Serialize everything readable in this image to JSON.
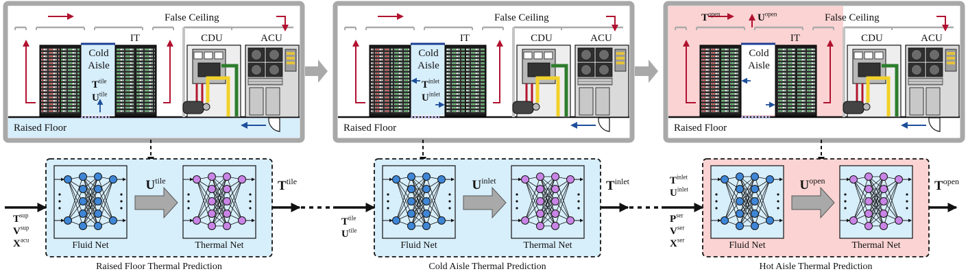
{
  "panels": [
    {
      "false_ceiling": "False Ceiling",
      "it": "IT",
      "cdu": "CDU",
      "acu": "ACU",
      "aisle_line1": "Cold",
      "aisle_line2": "Aisle",
      "raised_floor": "Raised Floor",
      "aisle_vars": [
        {
          "base": "T",
          "sup": "tile"
        },
        {
          "base": "U",
          "sup": "tile"
        }
      ],
      "top_vars": []
    },
    {
      "false_ceiling": "False Ceiling",
      "it": "IT",
      "cdu": "CDU",
      "acu": "ACU",
      "aisle_line1": "Cold",
      "aisle_line2": "Aisle",
      "raised_floor": "Raised Floor",
      "aisle_vars": [
        {
          "base": "T",
          "sup": "inlet"
        },
        {
          "base": "U",
          "sup": "inlet"
        }
      ],
      "top_vars": []
    },
    {
      "false_ceiling": "False Ceiling",
      "it": "IT",
      "cdu": "CDU",
      "acu": "ACU",
      "aisle_line1": "Cold",
      "aisle_line2": "Aisle",
      "raised_floor": "Raised Floor",
      "aisle_vars": [],
      "top_vars": [
        {
          "base": "T",
          "sup": "open"
        },
        {
          "base": "U",
          "sup": "open"
        }
      ]
    }
  ],
  "predictions": [
    {
      "caption": "Raised Floor Thermal Prediction",
      "fluid_net": "Fluid Net",
      "thermal_net": "Thermal Net",
      "mid": {
        "base": "U",
        "sup": "tile"
      },
      "output": {
        "base": "T",
        "sup": "tile"
      },
      "inputs": [
        {
          "base": "T",
          "sup": "sup"
        },
        {
          "base": "V",
          "sup": "sup"
        },
        {
          "base": "X",
          "sup": "acu"
        }
      ],
      "inputs_upper": []
    },
    {
      "caption": "Cold Aisle Thermal Prediction",
      "fluid_net": "Fluid Net",
      "thermal_net": "Thermal Net",
      "mid": {
        "base": "U",
        "sup": "inlet"
      },
      "output": {
        "base": "T",
        "sup": "inlet"
      },
      "inputs": [
        {
          "base": "T",
          "sup": "tile"
        },
        {
          "base": "U",
          "sup": "tile"
        }
      ],
      "inputs_upper": []
    },
    {
      "caption": "Hot Aisle Thermal Prediction",
      "fluid_net": "Fluid Net",
      "thermal_net": "Thermal Net",
      "mid": {
        "base": "U",
        "sup": "open"
      },
      "output": {
        "base": "T",
        "sup": "open"
      },
      "inputs": [
        {
          "base": "P",
          "sup": "ser"
        },
        {
          "base": "V",
          "sup": "ser"
        },
        {
          "base": "X",
          "sup": "ser"
        }
      ],
      "inputs_upper": [
        {
          "base": "T",
          "sup": "inlet"
        },
        {
          "base": "U",
          "sup": "inlet"
        }
      ]
    }
  ],
  "colors": {
    "frame": "#a8a8a8",
    "cold_fill": "#d7eefb",
    "hot_fill": "#fbd3d3",
    "red_arrow": "#b0122f",
    "blue_arrow": "#1d4f9a",
    "fluid_node": "#3f86d6",
    "thermal_node": "#c985e6",
    "pipe_red": "#b3162d",
    "pipe_yellow": "#f2d22a",
    "pipe_green": "#2d7d2d",
    "gray_arrow": "#a9a9a9"
  }
}
